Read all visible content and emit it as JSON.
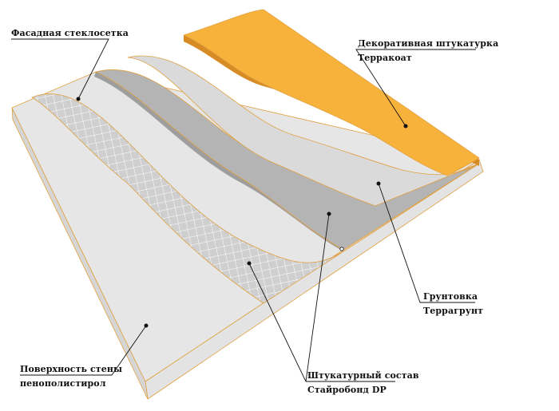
{
  "labels": {
    "mesh": "Фасадная стеклосетка",
    "decor_line1": "Декоративная штукатурка",
    "decor_line2": "Терракоат",
    "primer_line1": "Грунтовка",
    "primer_line2": "Террагрунт",
    "plaster_line1": "Штукатурный состав",
    "plaster_line2": "Стайробонд DP",
    "wall_line1": "Поверхность стены",
    "wall_line2": "пенополистирол"
  },
  "colors": {
    "decor": "#f7b23b",
    "primer": "#dadada",
    "plaster": "#b4b4b4",
    "mesh_bg": "#cfcfcf",
    "mesh_lines": "#ffffff",
    "wall_top": "#e6e6e6",
    "wall_side": "#d9d9d9",
    "edge": "#e0a040"
  }
}
